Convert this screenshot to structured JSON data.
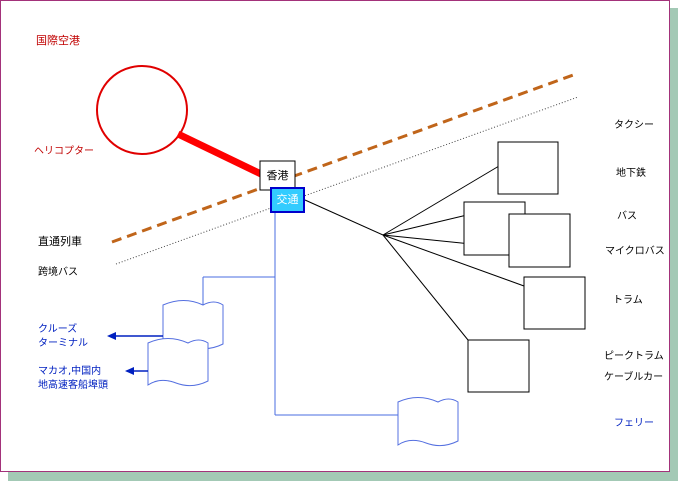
{
  "labels": {
    "airport": "国際空港",
    "helicopter": "ヘリコプター",
    "through_train": "直通列車",
    "crossborder_bus": "跨境バス",
    "cruise_line1": "クルーズ",
    "cruise_line2": "ターミナル",
    "macau_line1": "マカオ,中国内",
    "macau_line2": "地高速客船埠頭",
    "taxi": "タクシー",
    "subway": "地下鉄",
    "bus": "バス",
    "minibus": "マイクロバス",
    "tram": "トラム",
    "peak_tram": "ピークトラム",
    "cable_car": "ケーブルカー",
    "ferry": "フェリー"
  },
  "nodes": {
    "hongkong": "香港",
    "transport": "交通"
  },
  "colors": {
    "red": "#c00000",
    "blue": "#0020c0",
    "orange_dash": "#c0651a",
    "node_fill": "#33ccff"
  }
}
